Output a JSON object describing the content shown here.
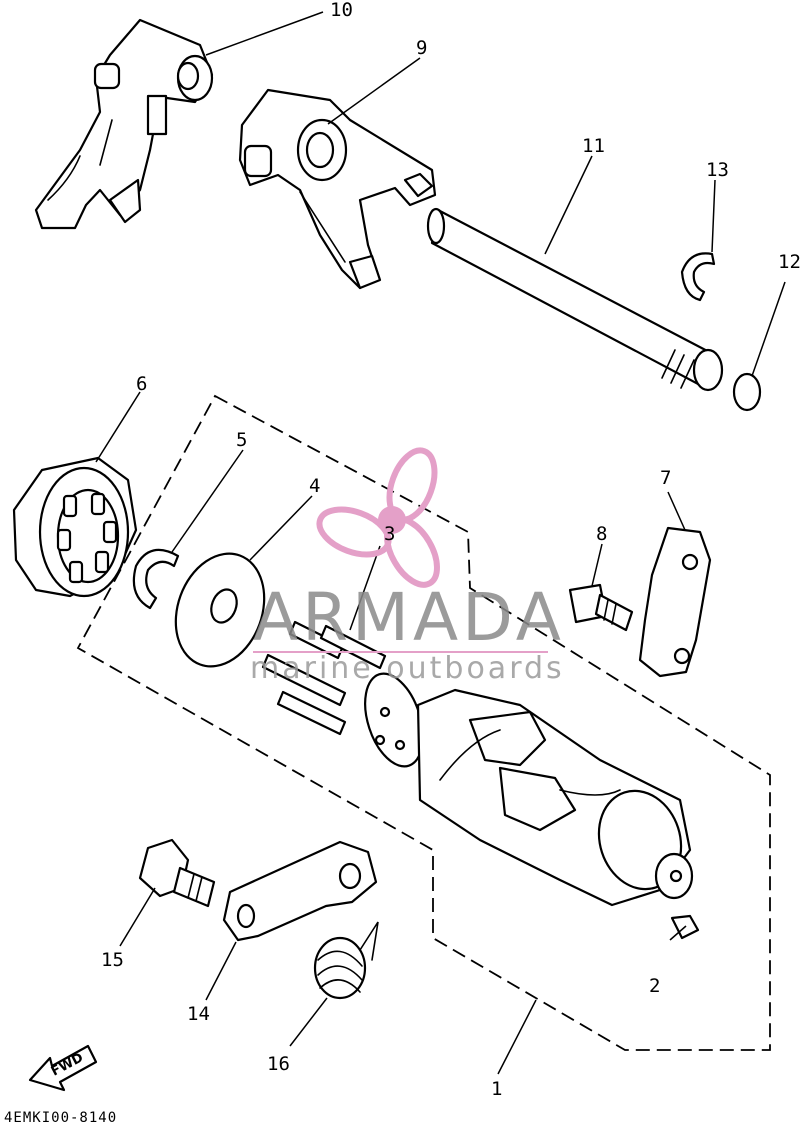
{
  "diagram": {
    "callouts": {
      "c1": "1",
      "c2": "2",
      "c3": "3",
      "c4": "4",
      "c5": "5",
      "c6": "6",
      "c7": "7",
      "c8": "8",
      "c9": "9",
      "c10": "10",
      "c11": "11",
      "c12": "12",
      "c13": "13",
      "c14": "14",
      "c15": "15",
      "c16": "16"
    },
    "drawing_code": "4EMKI00-8140",
    "fwd_label": "FWD"
  },
  "watermark": {
    "brand": "ARMADA",
    "tagline": "marine outboards",
    "logo_color": "#e4a0c8",
    "text_color": "#8a8a8a"
  }
}
